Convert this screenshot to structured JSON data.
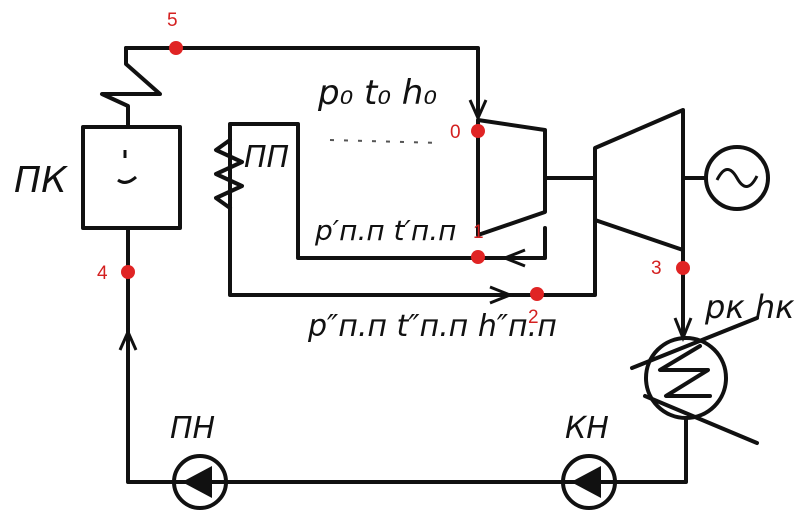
{
  "labels": {
    "boiler": "ПК",
    "reheater": "ПП",
    "feed_pump": "ПН",
    "condensate_pump": "КН",
    "state0": "p₀ t₀ h₀",
    "state1": "p′п.п t′п.п",
    "state2": "p″п.п t″п.п h″п.п",
    "state3": "pк hк"
  },
  "points": [
    {
      "id": "5"
    },
    {
      "id": "0"
    },
    {
      "id": "1"
    },
    {
      "id": "2"
    },
    {
      "id": "3"
    },
    {
      "id": "4"
    }
  ],
  "colors": {
    "line": "#111111",
    "point": "#e02424",
    "point_label": "#d42020"
  },
  "icons": {
    "generator": "sine-wave-icon",
    "pump": "triangle-arrow-icon"
  }
}
